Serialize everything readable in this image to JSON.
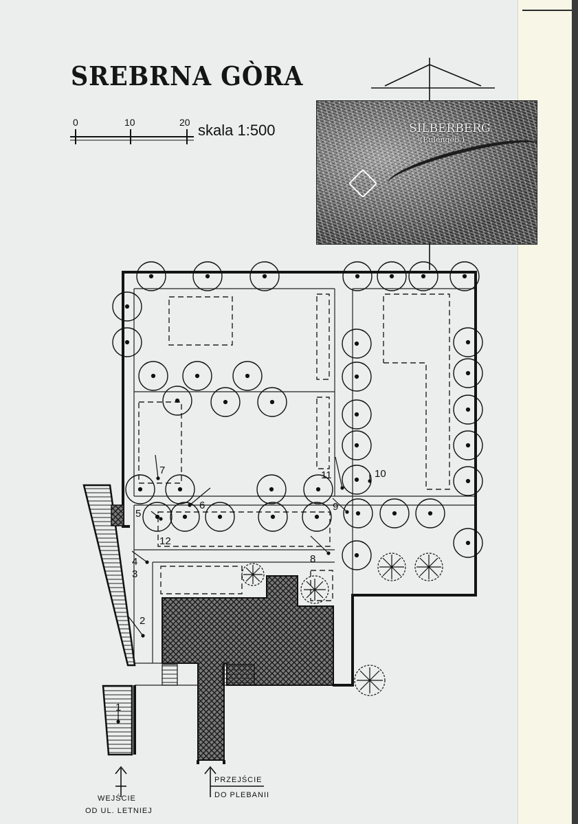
{
  "title": "SREBRNA GÒRA",
  "scale": {
    "text": "skala 1:500",
    "ticks": [
      "0",
      "10",
      "20"
    ]
  },
  "inset_map": {
    "label": "SILBERBERG",
    "sublabel": "(Eulengeb.)"
  },
  "plan": {
    "point_labels": [
      "1",
      "2",
      "3",
      "4",
      "5",
      "6",
      "7",
      "8",
      "9",
      "10",
      "11",
      "12"
    ],
    "entrance_label": {
      "line1": "WEJŚCIE",
      "line2": "OD UL. LETNIEJ"
    },
    "passage_label": {
      "line1": "PRZEJŚCIE",
      "line2": "DO PLEBANII"
    }
  },
  "colors": {
    "ink": "#141414",
    "paper": "#eceded",
    "margin_strip": "#f8f6e6"
  }
}
